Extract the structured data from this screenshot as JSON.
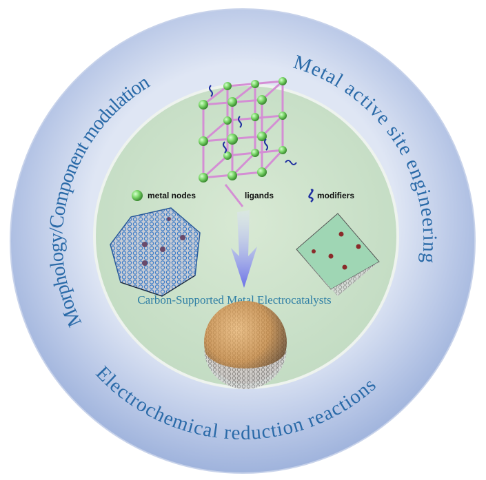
{
  "ring_labels": {
    "left": "Morphology/Component modulation",
    "right": "Metal active site engineering",
    "bottom": "Electrochemical reduction reactions"
  },
  "legend": {
    "metal_nodes": "metal nodes",
    "ligands": "ligands",
    "modifiers": "modifiers"
  },
  "center_title": "Carbon-Supported Metal Electrocatalysts",
  "colors": {
    "ring": "#a9bde0",
    "inner": "#cfe3cc",
    "text": "#2a6aa8",
    "node": "#7cd86a",
    "ligand": "#d48ed4",
    "modifier": "#1f2fa0"
  }
}
